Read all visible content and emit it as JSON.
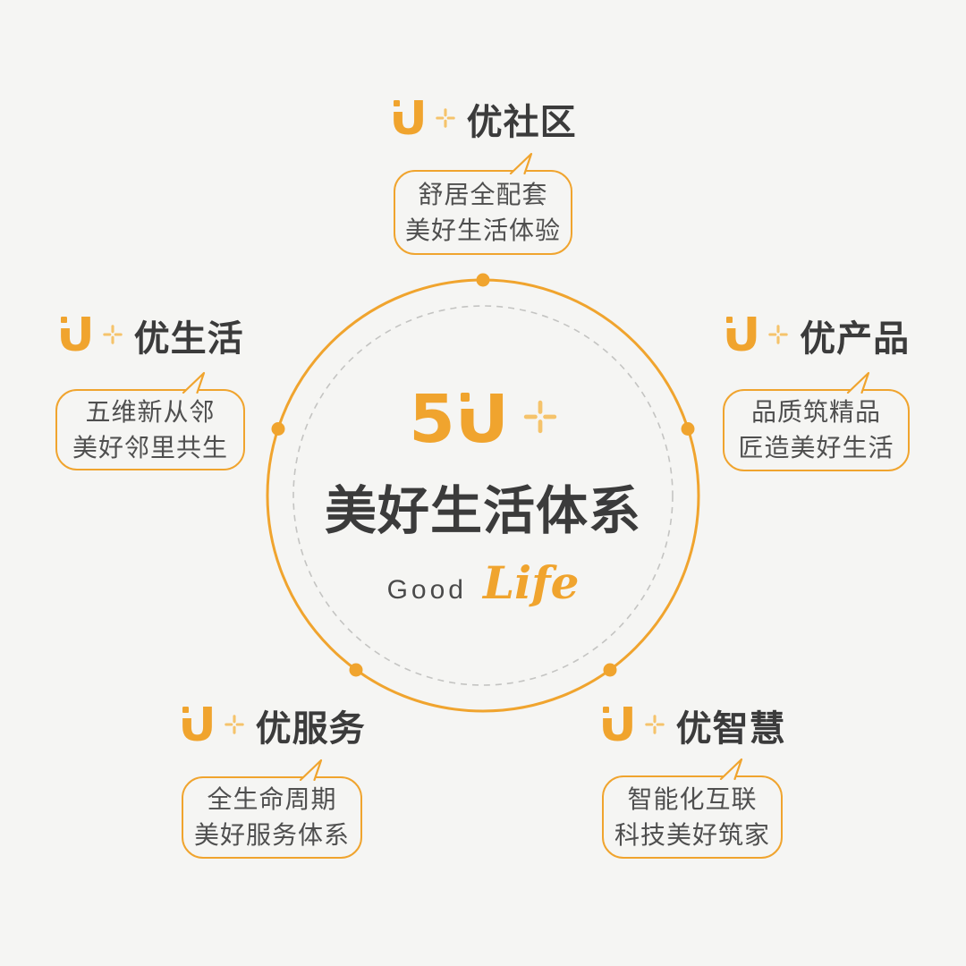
{
  "page": {
    "background": "#f5f5f3"
  },
  "colors": {
    "orange": "#f0a42e",
    "orange_light": "#f5c36b",
    "title_dark": "#3b3b3b",
    "body_text": "#4f4f4f",
    "dashed_circle": "#c4c4c2"
  },
  "logo": {
    "five": "5",
    "u": "U"
  },
  "center": {
    "title": "美好生活体系",
    "good": "Good",
    "life": "Life"
  },
  "nodes": [
    {
      "id": "community",
      "label": "优社区",
      "lines": [
        "舒居全配套",
        "美好生活体验"
      ]
    },
    {
      "id": "living",
      "label": "优生活",
      "lines": [
        "五维新从邻",
        "美好邻里共生"
      ]
    },
    {
      "id": "product",
      "label": "优产品",
      "lines": [
        "品质筑精品",
        "匠造美好生活"
      ]
    },
    {
      "id": "service",
      "label": "优服务",
      "lines": [
        "全生命周期",
        "美好服务体系"
      ]
    },
    {
      "id": "smart",
      "label": "优智慧",
      "lines": [
        "智能化互联",
        "科技美好筑家"
      ]
    }
  ]
}
